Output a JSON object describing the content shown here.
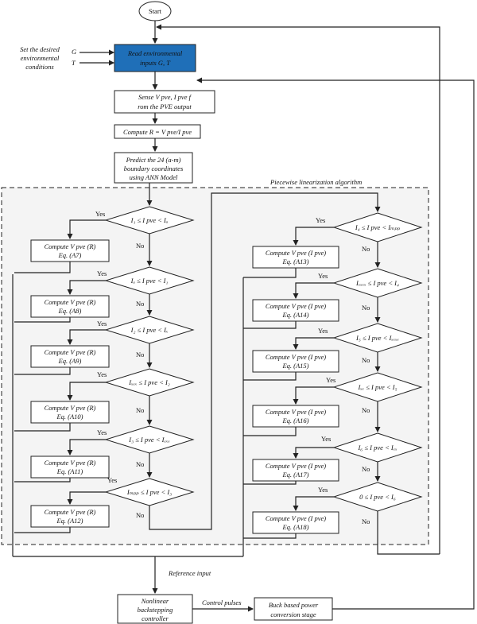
{
  "start": "Start",
  "env_note": [
    "Set the desired",
    "environmental",
    "conditions"
  ],
  "input_g": "G",
  "input_t": "T",
  "read_box": [
    "Read environmental",
    "inputs G, T"
  ],
  "sense_box": [
    "Sense V pve, I pve f",
    "rom the PVE output"
  ],
  "compute_r": "Compute R = V pve/I pve",
  "predict_box": [
    "Predict the 24 (a-m)",
    "boundary coordinates",
    "using ANN Model"
  ],
  "algo_title": "Piecewise linearization algorithm",
  "yes": "Yes",
  "no": "No",
  "left_decisions": [
    "I₁ ≤ I pve < Iₐ",
    "Iₐ ≤ I pve < I₁",
    "I₂ ≤ I pve < Iₓ",
    "Iₓₓₓ ≤ I pve < I₂",
    "I₃ ≤ I pve < Iₓₓₓ",
    "Iₘₚₚ ≤ I pve < I₃"
  ],
  "left_actions": [
    [
      "Compute V pve (R)",
      "Eq. (A7)"
    ],
    [
      "Compute V pve (R)",
      "Eq. (A8)"
    ],
    [
      "Compute V pve (R)",
      "Eq. (A9)"
    ],
    [
      "Compute V pve (R)",
      "Eq. (A10)"
    ],
    [
      "Compute V pve (R)",
      "Eq. (A11)"
    ],
    [
      "Compute V pve (R)",
      "Eq. (A12)"
    ]
  ],
  "right_decisions": [
    "I₄ ≤ I pve < Iₘₚₚ",
    "Iₓₓₓₓ ≤ I pve < I₄",
    "I₅ ≤ I pve < Iₓₓₓₓ",
    "Iₓₓ ≤ I pve < I₅",
    "I₆ ≤ I pve < Iₓₓ",
    "0 ≤ I pve < I₆"
  ],
  "right_actions": [
    [
      "Compute V pve (I pve)",
      "Eq. (A13)"
    ],
    [
      "Compute V pve (I pve)",
      "Eq. (A14)"
    ],
    [
      "Compute V pve (I pve)",
      "Eq. (A15)"
    ],
    [
      "Compute V pve (I pve)",
      "Eq. (A16)"
    ],
    [
      "Compute V pve (I pve)",
      "Eq. (A17)"
    ],
    [
      "Compute V pve (I pve)",
      "Eq. (A18)"
    ]
  ],
  "reference_input": "Reference input",
  "controller_box": [
    "Nonlinear",
    "backstepping",
    "controller"
  ],
  "control_pulses": "Control pulses",
  "buck_box": [
    "Buck based power",
    "conversion stage"
  ],
  "colors": {
    "read_box_fill": "#1f6fb8",
    "region_fill": "#f4f4f4"
  }
}
